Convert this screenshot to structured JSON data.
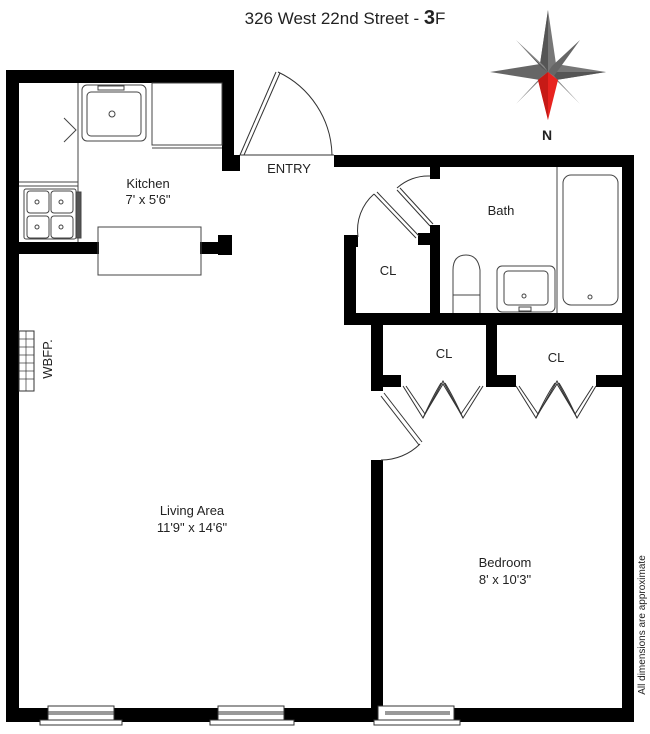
{
  "title": {
    "address": "326 West 22nd Street - ",
    "unit_number": "3",
    "unit_letter": "F"
  },
  "compass": {
    "north_label": "N",
    "needle_color": "#e8231f",
    "body_color": "#666666"
  },
  "rooms": {
    "kitchen": {
      "name": "Kitchen",
      "dims": "7' x 5'6\""
    },
    "entry": {
      "name": "ENTRY"
    },
    "bath": {
      "name": "Bath"
    },
    "closet_hall": {
      "name": "CL"
    },
    "closet_bed_left": {
      "name": "CL"
    },
    "closet_bed_right": {
      "name": "CL"
    },
    "living": {
      "name": "Living Area",
      "dims": "11'9\" x 14'6\""
    },
    "bedroom": {
      "name": "Bedroom",
      "dims": "8' x 10'3\""
    },
    "fireplace": {
      "name": "WBFP."
    }
  },
  "disclaimer": "All dimensions are approximate",
  "colors": {
    "wall": "#000000",
    "fixture_line": "#333333",
    "background": "#ffffff"
  }
}
